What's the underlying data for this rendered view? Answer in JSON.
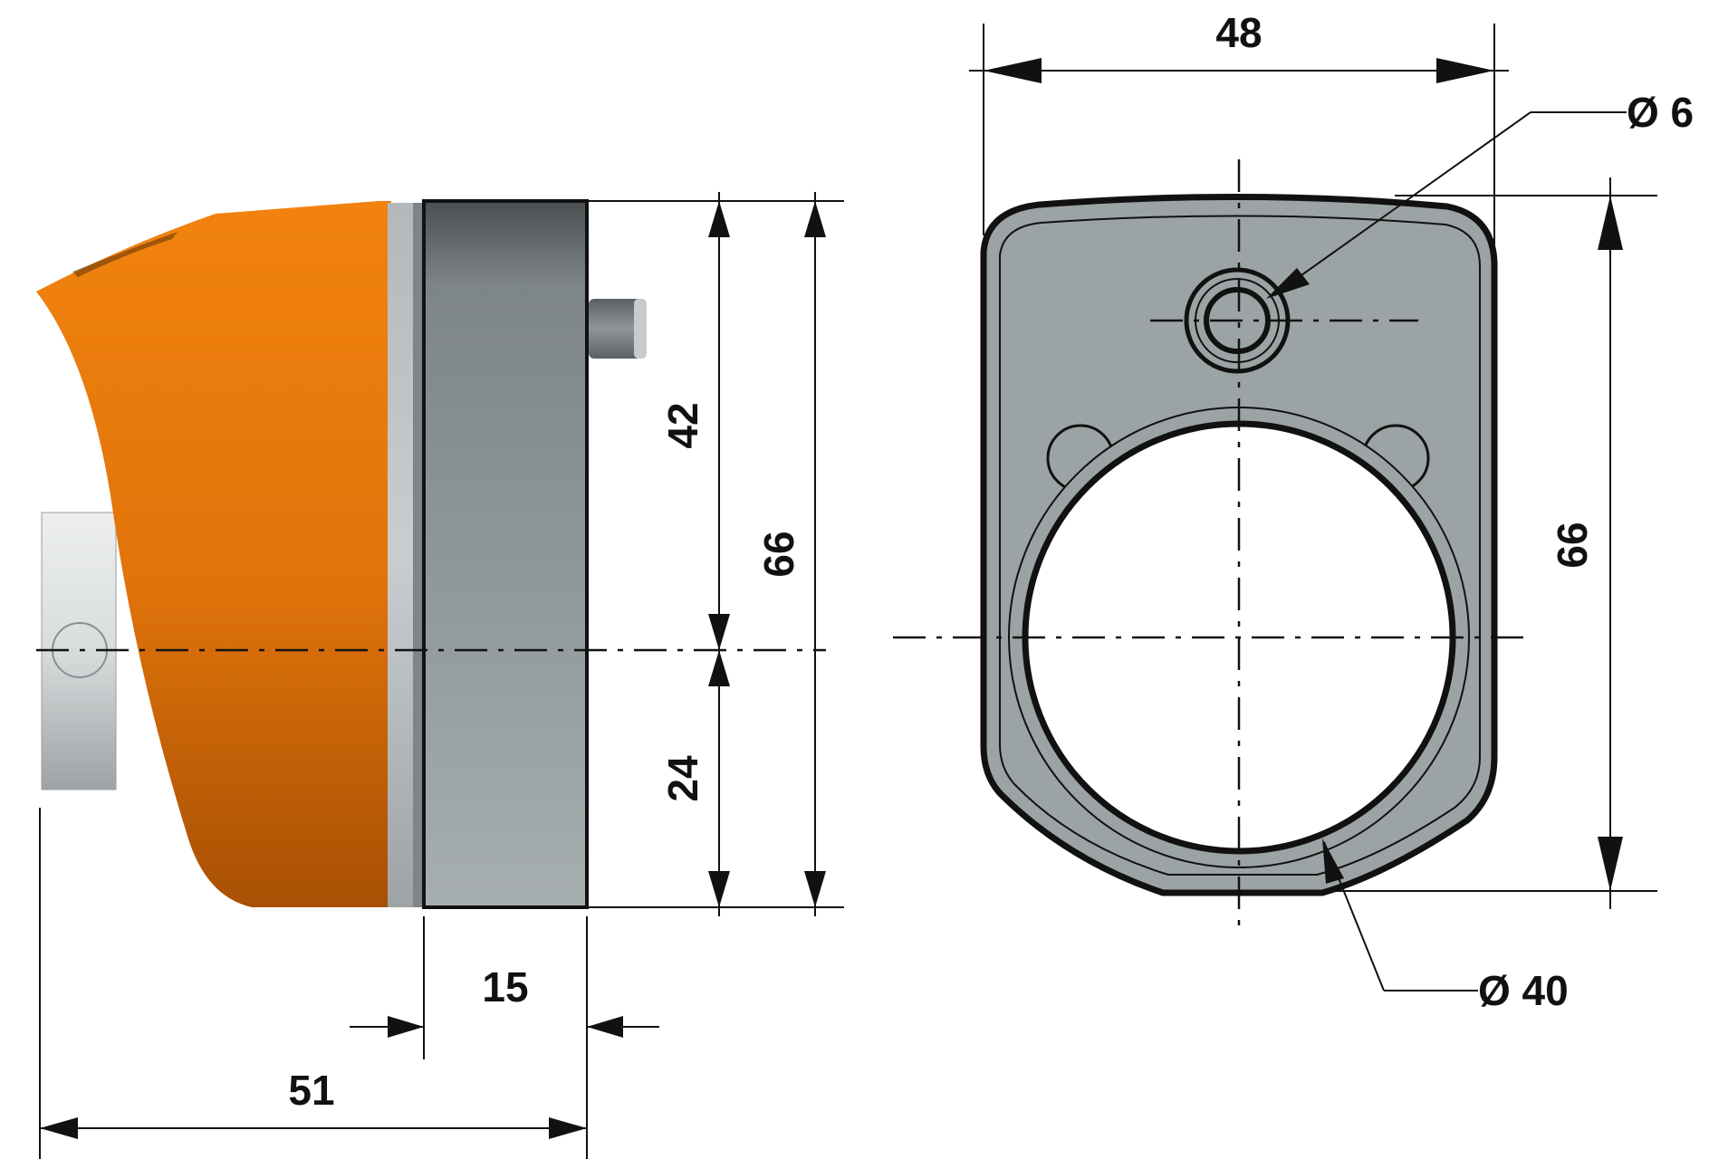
{
  "dimensions": {
    "side_height_upper": "42",
    "side_height_lower": "24",
    "side_height_total": "66",
    "flange_depth": "15",
    "overall_depth": "51",
    "front_width": "48",
    "front_height": "66",
    "small_hole_diameter": "Ø 6",
    "large_hole_diameter": "Ø 40"
  },
  "colors": {
    "housing_orange": "#E0730A",
    "housing_orange_dark": "#B85A06",
    "flange_gray": "#8E969A",
    "face_gray": "#9CA3A4",
    "line": "#111111"
  }
}
